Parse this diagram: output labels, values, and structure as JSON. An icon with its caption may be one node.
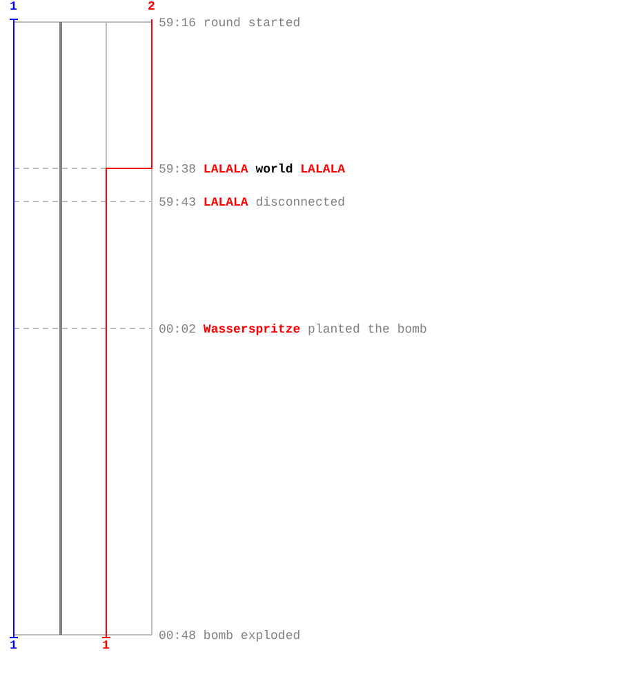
{
  "diagram": {
    "labels": [
      "1",
      "2",
      "59:16",
      "round started",
      "59:38",
      "LALALA",
      "world",
      "LALALA",
      "59:43",
      "LALALA",
      "disconnected",
      "00:02",
      "Wasserspritze",
      "planted the bomb",
      "1",
      "1",
      "00:48",
      "bomb exploded"
    ]
  }
}
